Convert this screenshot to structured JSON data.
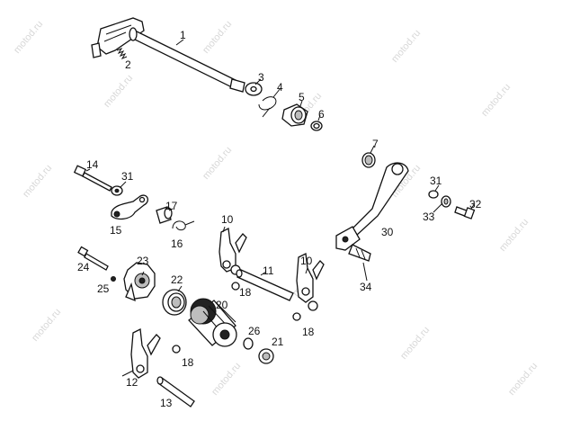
{
  "watermark": "motod.ru",
  "callouts": {
    "c1": "1",
    "c2": "2",
    "c3": "3",
    "c4": "4",
    "c5": "5",
    "c6": "6",
    "c7": "7",
    "c10a": "10",
    "c10b": "10",
    "c11": "11",
    "c12": "12",
    "c13": "13",
    "c14": "14",
    "c15": "15",
    "c16": "16",
    "c17": "17",
    "c18a": "18",
    "c18b": "18",
    "c18c": "18",
    "c20": "20",
    "c21": "21",
    "c22": "22",
    "c23": "23",
    "c24": "24",
    "c25": "25",
    "c26": "26",
    "c30": "30",
    "c31a": "31",
    "c31b": "31",
    "c32": "32",
    "c33": "33",
    "c34": "34"
  }
}
